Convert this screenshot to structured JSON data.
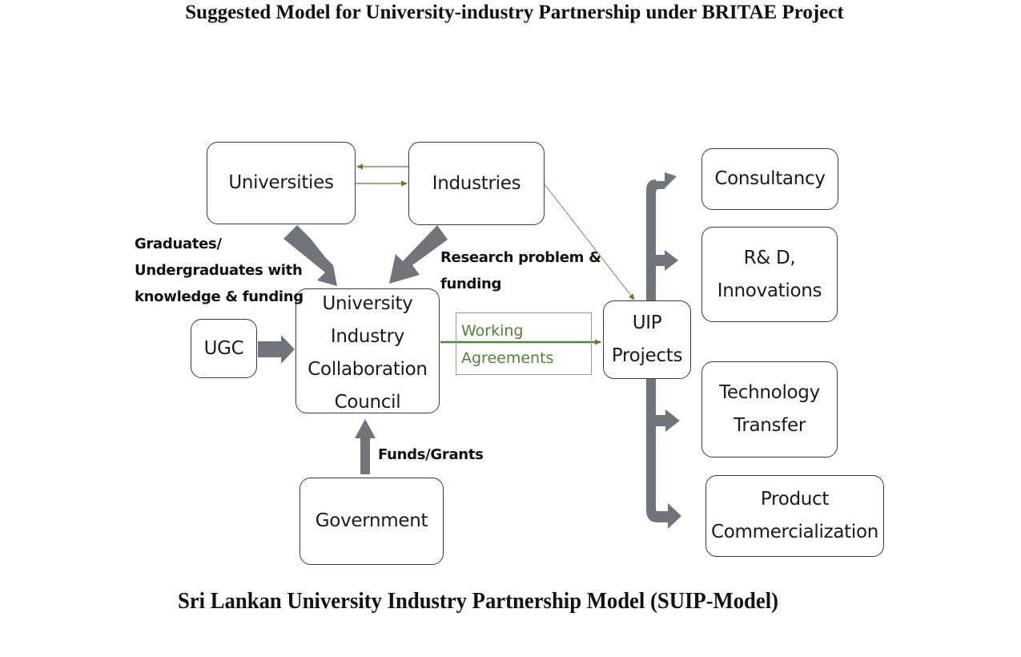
{
  "title": "Suggested Model for University-industry Partnership under BRITAE Project",
  "caption": "Sri Lankan University Industry Partnership Model (SUIP-Model)",
  "nodes": {
    "universities": "Universities",
    "industries": "Industries",
    "ugc": "UGC",
    "council": [
      "University",
      "Industry",
      "Collaboration",
      "Council"
    ],
    "government": "Government",
    "uip": [
      "UIP",
      "Projects"
    ],
    "consultancy": "Consultancy",
    "rnd": [
      "R& D,",
      "Innovations"
    ],
    "tech_transfer": [
      "Technology",
      "Transfer"
    ],
    "product": [
      "Product",
      "Commercialization"
    ]
  },
  "labels": {
    "graduates": [
      "Graduates/",
      "Undergraduates with",
      "knowledge & funding"
    ],
    "research": [
      "Research problem &",
      "funding"
    ],
    "funds": "Funds/Grants",
    "working_agreements": [
      "Working",
      "Agreements"
    ]
  },
  "colors": {
    "block_arrow": "#717579",
    "green_arrow": "#548235",
    "box_border": "#3a3a3a"
  }
}
